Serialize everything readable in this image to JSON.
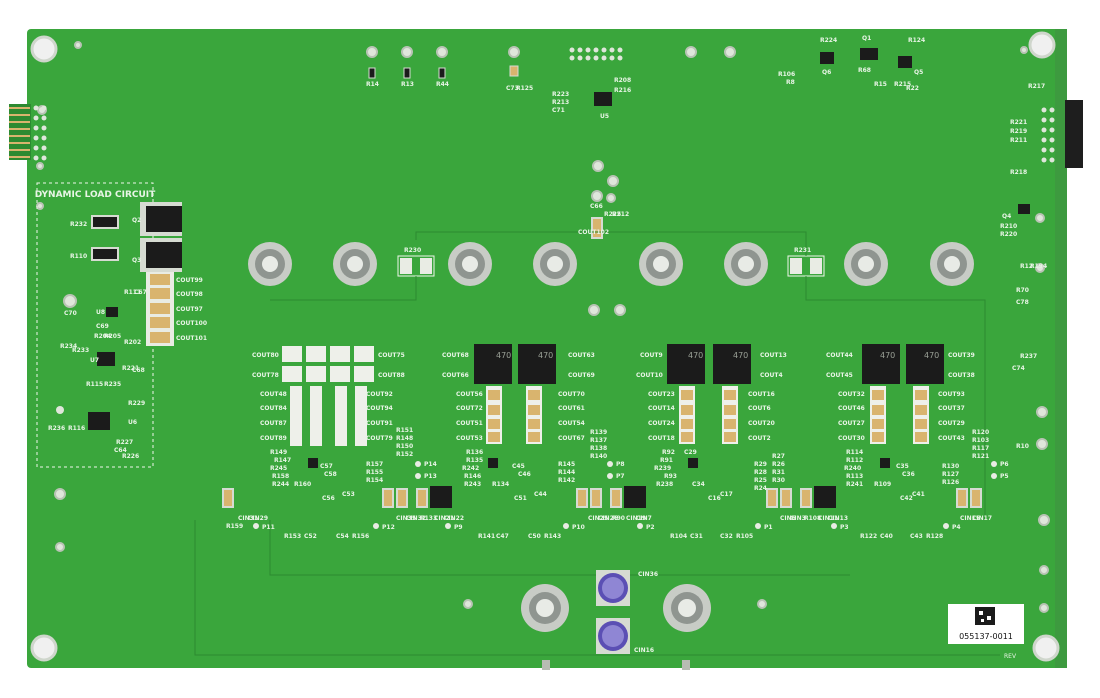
{
  "colors": {
    "board": "#3aa63c",
    "board_dark": "#2f8d33",
    "silk": "#f2f7ef",
    "pad": "#d6dbd2",
    "cap_tan": "#d9b46e",
    "ic_black": "#1b1b1b",
    "cap_purple": "#5b4fb4"
  },
  "section_title": "DYNAMIC LOAD CIRCUIT",
  "part_number": "055137-0011",
  "rev_label": "REV",
  "labels": {
    "r14": "R14",
    "r13": "R13",
    "r44": "R44",
    "c73": "C73",
    "r125": "R125",
    "r223": "R223",
    "r213": "R213",
    "c71": "C71",
    "r208": "R208",
    "r216": "R216",
    "u5": "U5",
    "r224": "R224",
    "q1": "Q1",
    "r124": "R124",
    "r106": "R106",
    "r8": "R8",
    "q6": "Q6",
    "r68": "R68",
    "q5": "Q5",
    "r15": "R15",
    "r215": "R215",
    "r22": "R22",
    "r217": "R217",
    "r221": "R221",
    "r219": "R219",
    "r211": "R211",
    "r218": "R218",
    "q4": "Q4",
    "r210": "R210",
    "r220": "R220",
    "r12": "R12",
    "r194": "R194",
    "c78": "C78",
    "r70": "R70",
    "c74": "C74",
    "r237": "R237",
    "r10": "R10",
    "r232": "R232",
    "q2": "Q2",
    "r110": "R110",
    "q3": "Q3",
    "cout99": "COUT99",
    "cout98": "COUT98",
    "cout97": "COUT97",
    "cout100": "COUT100",
    "cout101": "COUT101",
    "u8": "U8",
    "c70": "C70",
    "c69": "C69",
    "r111": "R111",
    "c67": "C67",
    "r204": "R204",
    "r205": "R205",
    "r202": "R202",
    "r234": "R234",
    "r233": "R233",
    "u7": "U7",
    "r115": "R115",
    "r235": "R235",
    "r221b": "R221",
    "c68": "C68",
    "r229": "R229",
    "r236": "R236",
    "r116": "R116",
    "u6": "U6",
    "r227": "R227",
    "c64": "C64",
    "r226": "R226",
    "c66": "C66",
    "cout102": "COUT102",
    "r225": "R225",
    "r212": "R212",
    "r230": "R230",
    "r231": "R231",
    "cout80": "COUT80",
    "cout75": "COUT75",
    "cout78": "COUT78",
    "cout88": "COUT88",
    "cout48": "COUT48",
    "cout92": "COUT92",
    "cout84": "COUT84",
    "cout94": "COUT94",
    "cout87": "COUT87",
    "cout91": "COUT91",
    "cout89": "COUT89",
    "cout79": "COUT79",
    "cout68": "COUT68",
    "cout63": "COUT63",
    "cout66": "COUT66",
    "cout69": "COUT69",
    "cout56": "COUT56",
    "cout70": "COUT70",
    "cout72": "COUT72",
    "cout61": "COUT61",
    "cout51": "COUT51",
    "cout54": "COUT54",
    "cout53": "COUT53",
    "cout67": "COUT67",
    "cout9": "COUT9",
    "cout13": "COUT13",
    "cout10": "COUT10",
    "cout4": "COUT4",
    "cout23": "COUT23",
    "cout16": "COUT16",
    "cout14": "COUT14",
    "cout6": "COUT6",
    "cout24": "COUT24",
    "cout20": "COUT20",
    "cout18": "COUT18",
    "cout2": "COUT2",
    "cout44": "COUT44",
    "cout39": "COUT39",
    "cout45": "COUT45",
    "cout38": "COUT38",
    "cout32": "COUT32",
    "cout93": "COUT93",
    "cout46": "COUT46",
    "cout37": "COUT37",
    "cout27": "COUT27",
    "cout29": "COUT29",
    "cout30": "COUT30",
    "cout43": "COUT43",
    "r151": "R151",
    "r148": "R148",
    "r150": "R150",
    "r152": "R152",
    "r149": "R149",
    "r147": "R147",
    "r245": "R245",
    "r158": "R158",
    "r244": "R244",
    "r160": "R160",
    "c57": "C57",
    "c58": "C58",
    "r157": "R157",
    "r155": "R155",
    "r154": "R154",
    "p14": "P14",
    "p13": "P13",
    "c56": "C56",
    "c53": "C53",
    "r136": "R136",
    "r135": "R135",
    "r242": "R242",
    "r146": "R146",
    "r243": "R243",
    "r134": "R134",
    "c45": "C45",
    "c46": "C46",
    "c51": "C51",
    "c44": "C44",
    "r139": "R139",
    "r137": "R137",
    "r138": "R138",
    "r140": "R140",
    "r145": "R145",
    "r144": "R144",
    "r142": "R142",
    "p8": "P8",
    "p7": "P7",
    "r92": "R92",
    "r91": "R91",
    "r239": "R239",
    "r93": "R93",
    "r238": "R238",
    "c29": "C29",
    "c34": "C34",
    "c16": "C16",
    "c17": "C17",
    "r29": "R29",
    "r28": "R28",
    "r25": "R25",
    "r24": "R24",
    "r27": "R27",
    "r26": "R26",
    "r31": "R31",
    "r30": "R30",
    "r114": "R114",
    "r112": "R112",
    "r240": "R240",
    "r113": "R113",
    "r241": "R241",
    "r109": "R109",
    "c35": "C35",
    "c36": "C36",
    "c41": "C41",
    "c42": "C42",
    "r120": "R120",
    "r103": "R103",
    "r117": "R117",
    "r121": "R121",
    "r130": "R130",
    "r127": "R127",
    "r126": "R126",
    "p6": "P6",
    "p5": "P5",
    "r159": "R159",
    "cin31": "CIN31",
    "cin29": "CIN29",
    "p11": "P11",
    "r153": "R153",
    "c52": "C52",
    "c54": "C54",
    "r156": "R156",
    "p12": "P12",
    "cin35": "CIN35",
    "cin32": "CIN32",
    "r133": "R133",
    "cin21": "CIN21",
    "cin22": "CIN22",
    "p9": "P9",
    "r141": "R141",
    "c47": "C47",
    "c50": "C50",
    "r143": "R143",
    "p10": "P10",
    "cin25": "CIN25",
    "cin26": "CIN26",
    "r90": "R90",
    "cin19": "CIN19",
    "cin7": "CIN7",
    "p2": "P2",
    "r104": "R104",
    "c31": "C31",
    "c32": "C32",
    "r105": "R105",
    "p1": "P1",
    "r108": "R108",
    "cin6": "CIN6",
    "cin3": "CIN3",
    "cin11": "CIN11",
    "cin13": "CIN13",
    "p3": "P3",
    "r122": "R122",
    "c40": "C40",
    "c43": "C43",
    "r128": "R128",
    "p4": "P4",
    "cin15": "CIN15",
    "cin17": "CIN17",
    "cin36": "CIN36",
    "cin16": "CIN16",
    "cap_470": "470"
  }
}
